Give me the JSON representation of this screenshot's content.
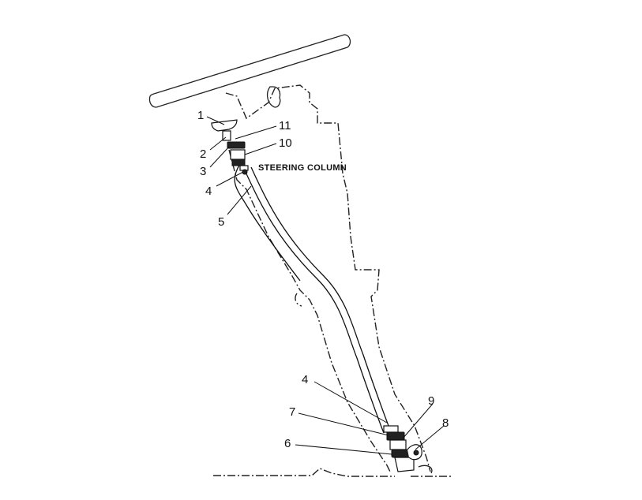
{
  "diagram": {
    "caption": "STEERING COLUMN",
    "callouts": [
      "1",
      "2",
      "3",
      "4",
      "5",
      "11",
      "10",
      "4",
      "7",
      "6",
      "9",
      "8"
    ]
  }
}
